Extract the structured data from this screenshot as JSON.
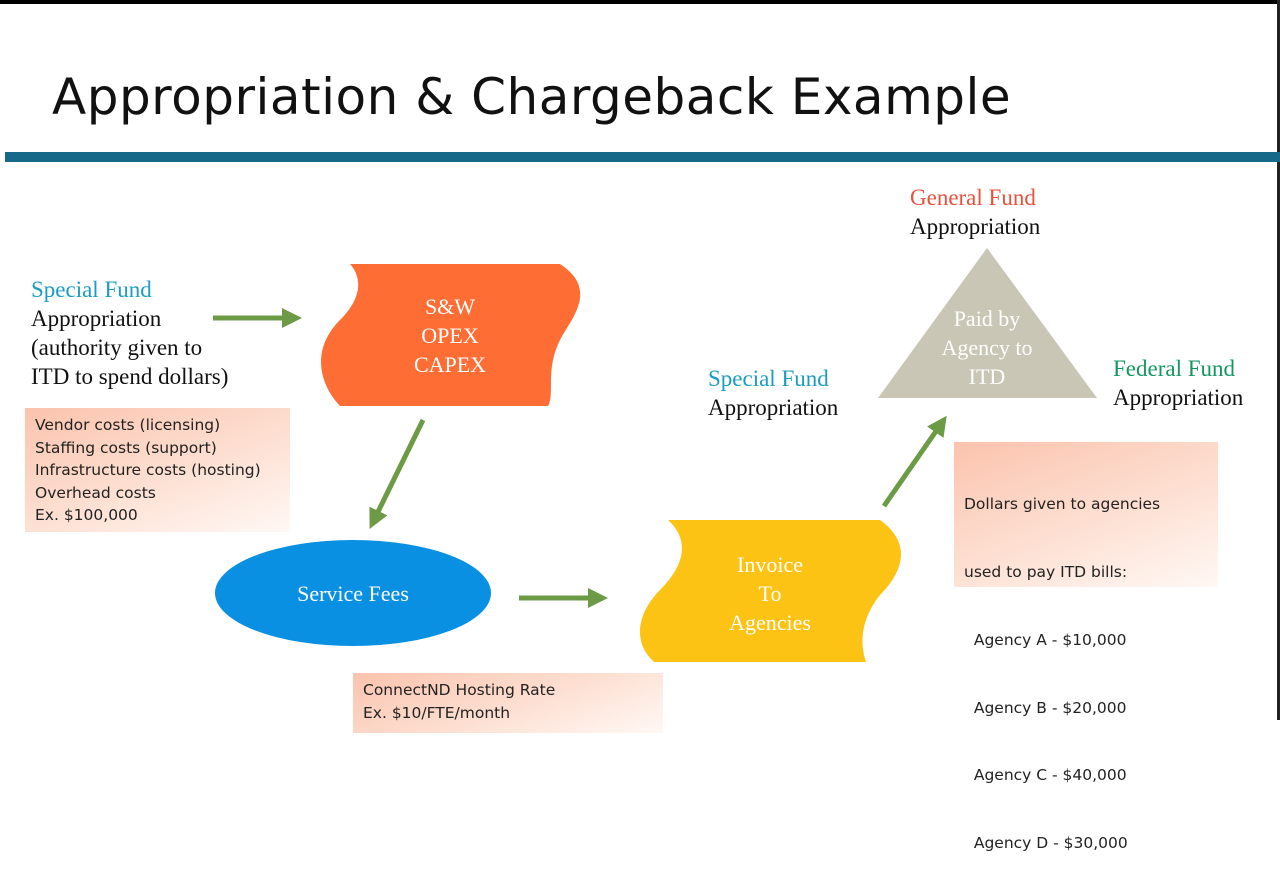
{
  "slide": {
    "title": "Appropriation & Chargeback Example"
  },
  "left_source": {
    "fund": "Special Fund",
    "lines": [
      "Appropriation",
      "(authority given to",
      "ITD to spend dollars)"
    ]
  },
  "cost_note": {
    "lines": [
      "Vendor costs (licensing)",
      "Staffing costs (support)",
      "Infrastructure costs (hosting)",
      "Overhead costs",
      "Ex. $100,000"
    ]
  },
  "expense_shape": {
    "lines": [
      "S&W",
      "OPEX",
      "CAPEX"
    ]
  },
  "service_fees": {
    "label": "Service Fees"
  },
  "rate_note": {
    "lines": [
      "ConnectND Hosting Rate",
      "Ex. $10/FTE/month"
    ]
  },
  "invoice_shape": {
    "lines": [
      "Invoice",
      "To",
      "Agencies"
    ]
  },
  "payment_triangle": {
    "lines": [
      "Paid by",
      "Agency to",
      "ITD"
    ]
  },
  "general_fund": {
    "fund": "General Fund",
    "label": "Appropriation"
  },
  "special_fund_right": {
    "fund": "Special Fund",
    "label": "Appropriation"
  },
  "federal_fund": {
    "fund": "Federal Fund",
    "label": "Appropriation"
  },
  "agency_note": {
    "lines": [
      "Dollars given to agencies",
      "used to pay ITD bills:",
      "  Agency A - $10,000",
      "  Agency B - $20,000",
      "  Agency C - $40,000",
      "  Agency D - $30,000"
    ]
  },
  "colors": {
    "orange": "#fe6d34",
    "blue": "#0a90e2",
    "yellow": "#fdc314",
    "gray": "#c9c6b5",
    "arrow": "#6d9a45",
    "rule": "#17698a"
  }
}
